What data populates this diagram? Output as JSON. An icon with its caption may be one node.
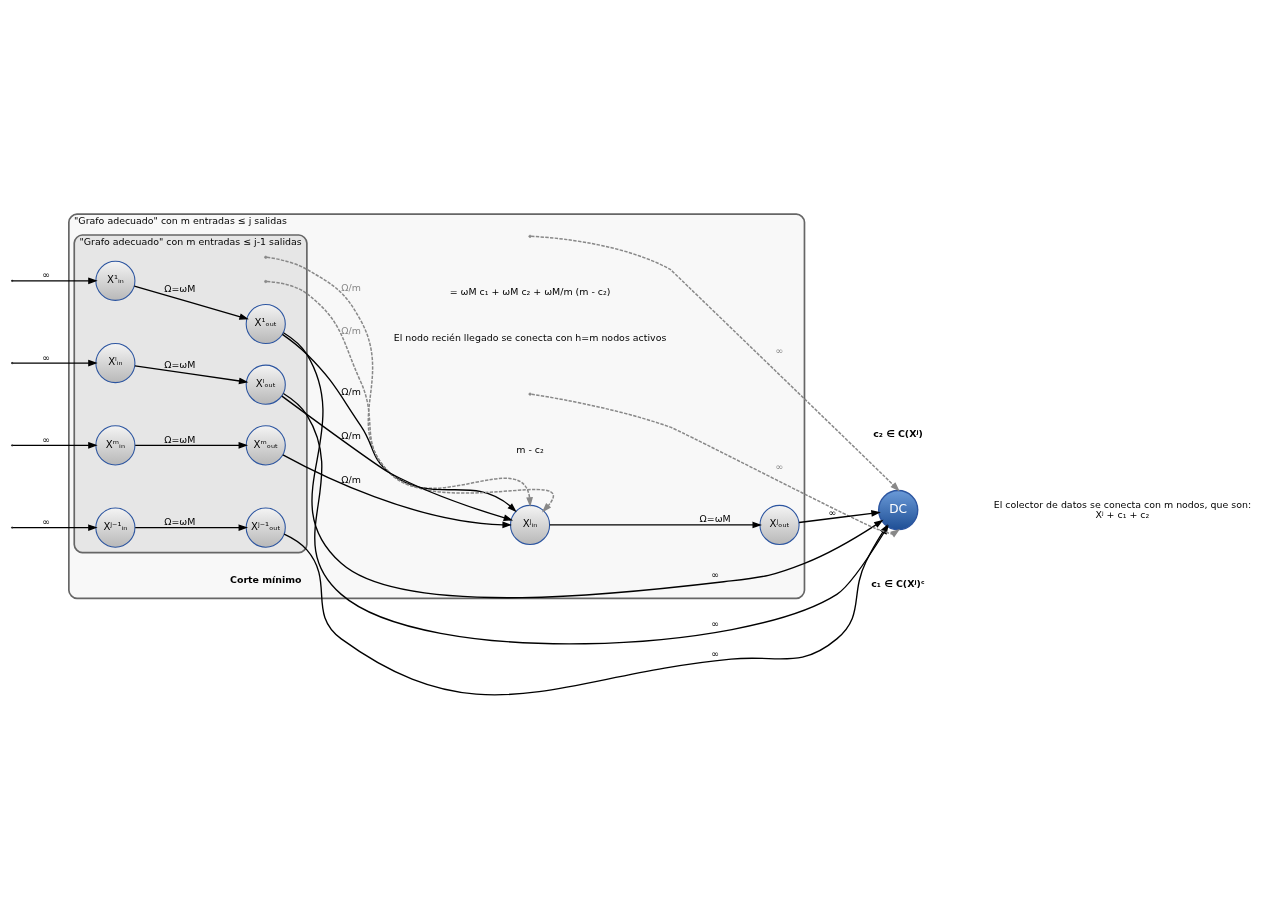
{
  "diagram": {
    "nodes": [
      {
        "text": [
          "\"Grafo adecuado\" con m entradas ≤ j salidas"
        ]
      },
      {
        "text": [
          "\"Grafo adecuado\" con m entradas ≤ j-1 salidas"
        ],
        "in": 0
      },
      {
        "text": [
          "X¹ᵢₙ"
        ],
        "in": 1
      },
      {
        "text": [
          "X¹ₒᵤₜ"
        ],
        "in": 1
      },
      {
        "text": [
          "Xˡᵢₙ"
        ],
        "in": 1
      },
      {
        "text": [
          "Xˡₒᵤₜ"
        ],
        "in": 1
      },
      {
        "text": [
          "Xᵐᵢₙ"
        ],
        "in": 1
      },
      {
        "text": [
          "Xᵐₒᵤₜ"
        ],
        "in": 1
      },
      {
        "text": [
          "Xʲ⁻¹ᵢₙ"
        ],
        "in": 1
      },
      {
        "text": [
          "Xʲ⁻¹ₒᵤₜ"
        ],
        "in": 1
      },
      {
        "text": [
          "Xʲᵢₙ"
        ],
        "in": 0
      },
      {
        "text": [
          "Xʲₒᵤₜ"
        ],
        "in": 0
      },
      {
        "text": [
          "DC"
        ],
        "beside": [
          "El colector de datos se conecta con m nodos, que son:",
          "Xʲ + c₁ + c₂"
        ]
      }
    ],
    "edges": [
      {
        "from": null,
        "to": 2,
        "arrow": "to",
        "label": "∞"
      },
      {
        "from": null,
        "to": 4,
        "arrow": "to",
        "label": "∞"
      },
      {
        "from": null,
        "to": 6,
        "arrow": "to",
        "label": "∞"
      },
      {
        "from": null,
        "to": 8,
        "arrow": "to",
        "label": "∞"
      },
      {
        "from": 2,
        "to": 3,
        "arrow": "to",
        "label": "Ω=ωM"
      },
      {
        "from": 4,
        "to": 5,
        "arrow": "to",
        "label": "Ω=ωM"
      },
      {
        "from": 6,
        "to": 7,
        "arrow": "to",
        "label": "Ω=ωM"
      },
      {
        "from": 8,
        "to": 9,
        "arrow": "to",
        "label": "Ω=ωM"
      },
      {
        "from": 3,
        "to": 12,
        "arrow": "to",
        "label": "∞"
      },
      {
        "from": 3,
        "to": 10,
        "arrow": "to",
        "label": "Ω/m"
      },
      {
        "from": null,
        "to": 12,
        "arrow": "to",
        "label": "∞",
        "style": "dashed",
        "color": "#888888"
      },
      {
        "from": null,
        "to": 10,
        "arrow": "to",
        "label": "Ω/m",
        "style": "dashed",
        "color": "#888888"
      },
      {
        "from": 5,
        "to": 12,
        "arrow": "to",
        "label": "∞"
      },
      {
        "from": 5,
        "to": 10,
        "arrow": "to",
        "label": "Ω/m"
      },
      {
        "from": null,
        "to": 10,
        "arrow": "to",
        "label": "Ω/m",
        "style": "dashed",
        "color": "#888888"
      },
      {
        "from": 7,
        "to": 10,
        "arrow": "to",
        "label": "Ω/m"
      },
      {
        "from": null,
        "to": 12,
        "arrow": "to",
        "label": "∞",
        "style": "dashed",
        "color": "#888888"
      },
      {
        "from": 9,
        "to": 12,
        "arrow": "to",
        "label": "∞"
      },
      {
        "from": 10,
        "to": 11,
        "arrow": "to",
        "label": "Ω=ωM"
      },
      {
        "from": 11,
        "to": 12,
        "arrow": "to",
        "label": "∞"
      }
    ],
    "labels": [
      "Corte mínimo",
      "= ωM c₁ + ωM c₂ + ωM/m (m - c₂)",
      "c₂ ∈ C(Xʲ)",
      "c₁ ∈ C(Xʲ)ᶜ",
      "m - c₂",
      "El nodo recién llegado se conecta con h=m nodos activos"
    ]
  }
}
